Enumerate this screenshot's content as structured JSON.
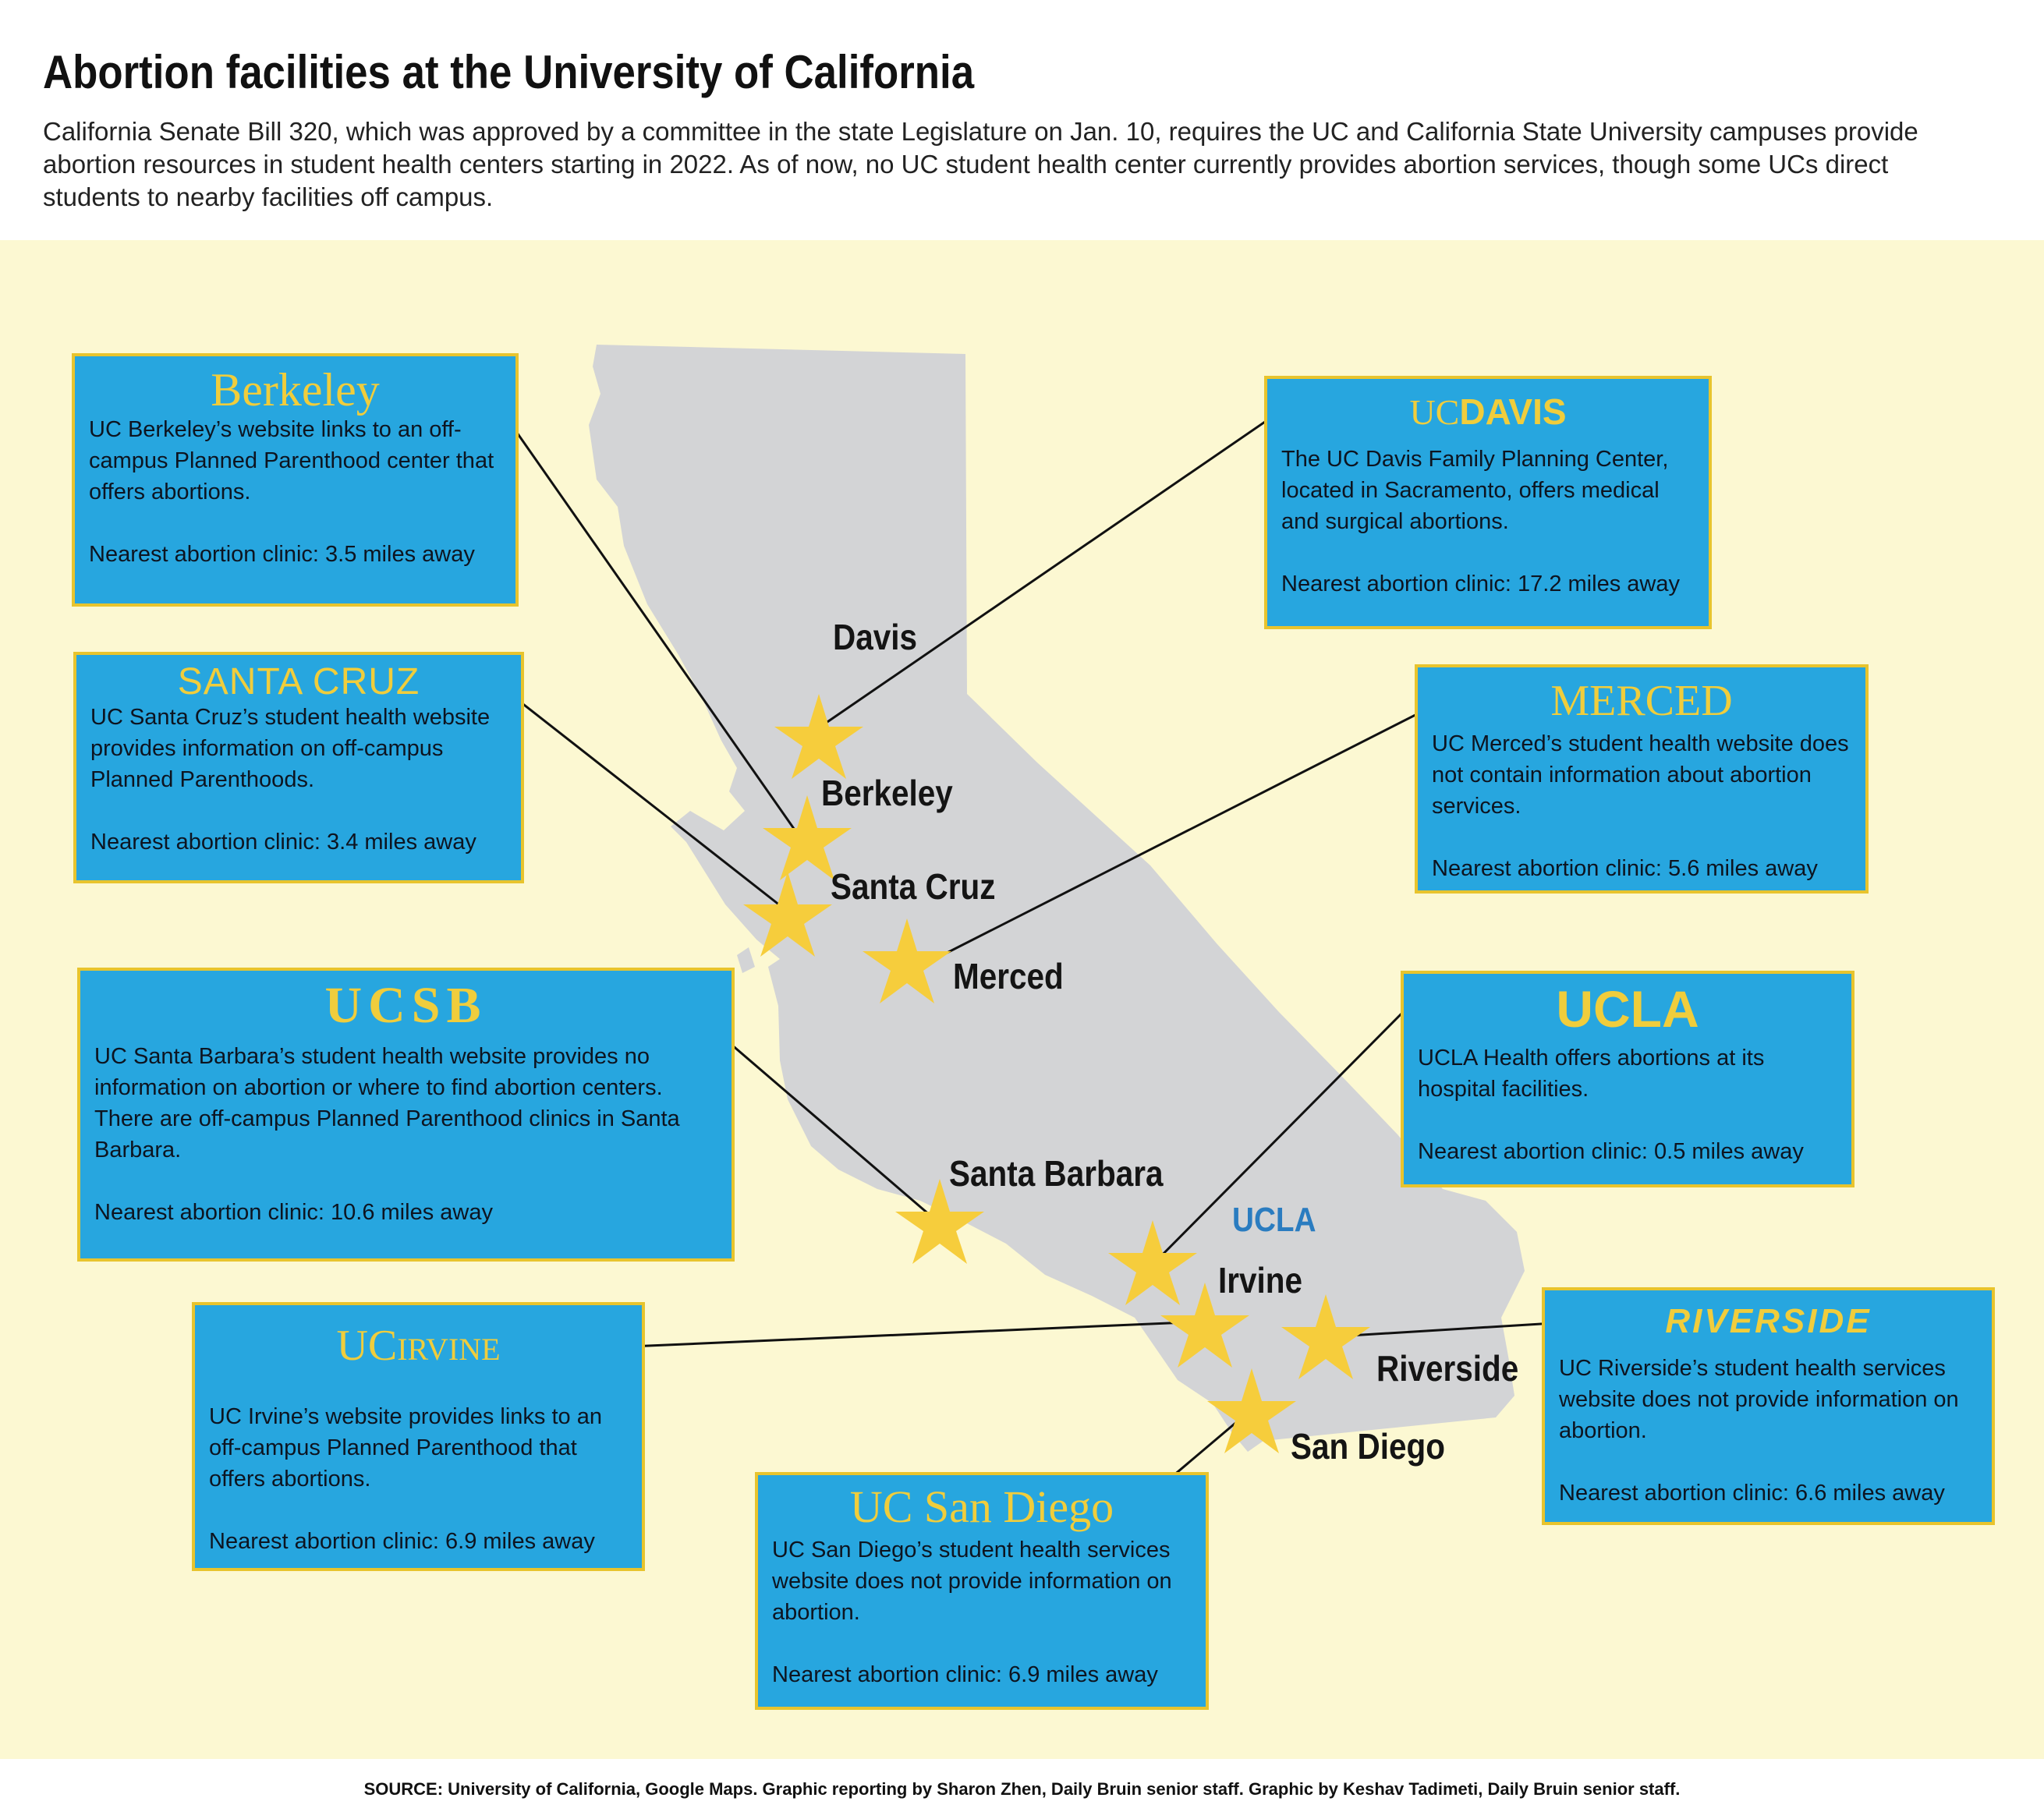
{
  "header": {
    "title": "Abortion facilities at the University of California",
    "subtitle": "California Senate Bill 320, which was approved by a committee in the state Legislature on Jan. 10, requires the UC and California State University campuses provide abortion resources in student health centers starting in 2022. As of now, no UC student health center currently provides abortion services, though some UCs direct students to nearby facilities off campus."
  },
  "colors": {
    "background": "#fcf8d2",
    "land": "#d3d4d6",
    "card": "#27a6df",
    "card_border": "#e8c42d",
    "logo": "#f0cd3c",
    "star": "#f6cd3c",
    "ucla_label": "#2a7cc0"
  },
  "map": {
    "region": "California",
    "marker_icon": "star-icon",
    "cities": {
      "davis": "Davis",
      "berkeley": "Berkeley",
      "santa_cruz": "Santa Cruz",
      "merced": "Merced",
      "santa_barbara": "Santa Barbara",
      "ucla": "UCLA",
      "irvine": "Irvine",
      "riverside": "Riverside",
      "san_diego": "San Diego"
    }
  },
  "cards": {
    "berkeley": {
      "logo": "Berkeley",
      "description": "UC Berkeley’s website links to an off-campus Planned Parenthood center that offers abortions.",
      "nearest": "Nearest abortion clinic: 3.5 miles away"
    },
    "davis": {
      "logo_uc": "UC",
      "logo_rest": "DAVIS",
      "description": "The UC Davis Family Planning Center, located in Sacramento, offers medical and surgical abortions.",
      "nearest": "Nearest abortion clinic: 17.2 miles away"
    },
    "santa_cruz": {
      "logo": "SANTA CRUZ",
      "description": "UC Santa Cruz’s student health website provides information on off-campus Planned Parenthoods.",
      "nearest": "Nearest abortion clinic: 3.4 miles away"
    },
    "merced": {
      "logo": "MERCED",
      "description": "UC Merced’s student health website does not contain information about abortion services.",
      "nearest": "Nearest abortion clinic: 5.6 miles away"
    },
    "ucsb": {
      "logo": "UCSB",
      "description": "UC Santa Barbara’s student health website provides no information on abortion or where to find abortion centers. There are off-campus Planned Parenthood clinics in Santa Barbara.",
      "nearest": "Nearest abortion clinic: 10.6 miles away"
    },
    "ucla": {
      "logo": "UCLA",
      "description": "UCLA Health offers abortions at its hospital facilities.",
      "nearest": "Nearest abortion clinic: 0.5 miles away"
    },
    "irvine": {
      "logo_uc": "UC",
      "logo_rest": "IRVINE",
      "description": "UC Irvine’s website provides links to an off-campus Planned Parenthood that offers abortions.",
      "nearest": "Nearest abortion clinic: 6.9 miles away"
    },
    "riverside": {
      "logo": "RIVERSIDE",
      "description": "UC Riverside’s student health services website does not provide information on abortion.",
      "nearest": "Nearest abortion clinic: 6.6 miles away"
    },
    "san_diego": {
      "logo_uc": "UC",
      "logo_rest": "San Diego",
      "description": "UC San Diego’s student health services website does not provide information on abortion.",
      "nearest": "Nearest abortion clinic: 6.9 miles away"
    }
  },
  "source": "SOURCE: University of California, Google Maps. Graphic reporting by Sharon Zhen, Daily Bruin senior staff. Graphic by Keshav Tadimeti, Daily Bruin senior staff."
}
